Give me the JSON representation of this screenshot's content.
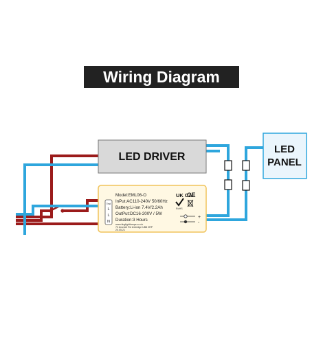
{
  "title": "Wiring Diagram",
  "colors": {
    "title_bg": "#222222",
    "live_wire": "#9b1b1b",
    "neutral_wire": "#2ea6dd",
    "driver_fill": "#d9d9d9",
    "panel_fill": "#eaf5fc",
    "panel_border": "#2ea6dd",
    "module_fill": "#fff8e3",
    "module_border": "#f0c35a"
  },
  "led_driver": {
    "label": "LED DRIVER"
  },
  "led_panel": {
    "line1": "LED",
    "line2": "PANEL"
  },
  "module": {
    "model": "Model:EML06-O",
    "input": "InPut:AC110-240V 50/60Hz",
    "battery": "Battery:Li-ion 7.4V/2.2Ah",
    "output": "OutPut:DC16-200V / 5W",
    "duration": "Duration:3 Hours",
    "website": "www.tlnglightlamps.co.uk",
    "address": "72 Arundel Rd Uxbridge UB8 2RP",
    "date": "20.05.21",
    "terminals": [
      "L",
      "L",
      "N"
    ],
    "terminal_side_text": "Test",
    "ukca": "UK CA",
    "ce": "CE",
    "rohs": "RoHS",
    "output_plus": "+",
    "output_minus": "-"
  }
}
